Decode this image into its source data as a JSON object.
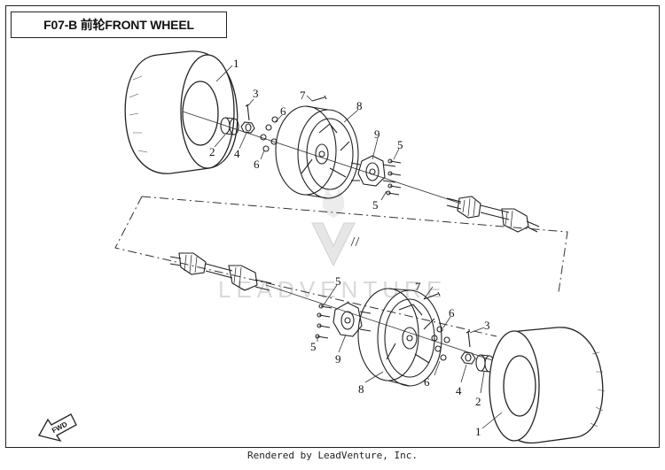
{
  "header": {
    "title": "F07-B 前轮FRONT WHEEL"
  },
  "watermark": {
    "text": "LEADVENTURE"
  },
  "fwd_label": "FWD",
  "footer": {
    "credit": "Rendered by LeadVenture, Inc."
  },
  "callouts": {
    "top": {
      "tire": "1",
      "hub_cap": "2",
      "cotter_pin": "3",
      "castle_nut": "4",
      "bolt_right_upper": "5",
      "bolt_right_lower": "5",
      "nut_upper": "6",
      "nut_lower": "6",
      "valve": "7",
      "rim": "8",
      "hub": "9"
    },
    "bottom": {
      "bolt_upper": "5",
      "bolt_lower": "5",
      "valve": "7",
      "nut_upper": "6",
      "nut_lower": "6",
      "cotter_pin": "3",
      "hub": "9",
      "rim": "8",
      "castle_nut": "4",
      "hub_cap": "2",
      "tire": "1"
    }
  },
  "colors": {
    "line": "#222222",
    "watermark": "#d9d9d9",
    "background": "#ffffff"
  }
}
